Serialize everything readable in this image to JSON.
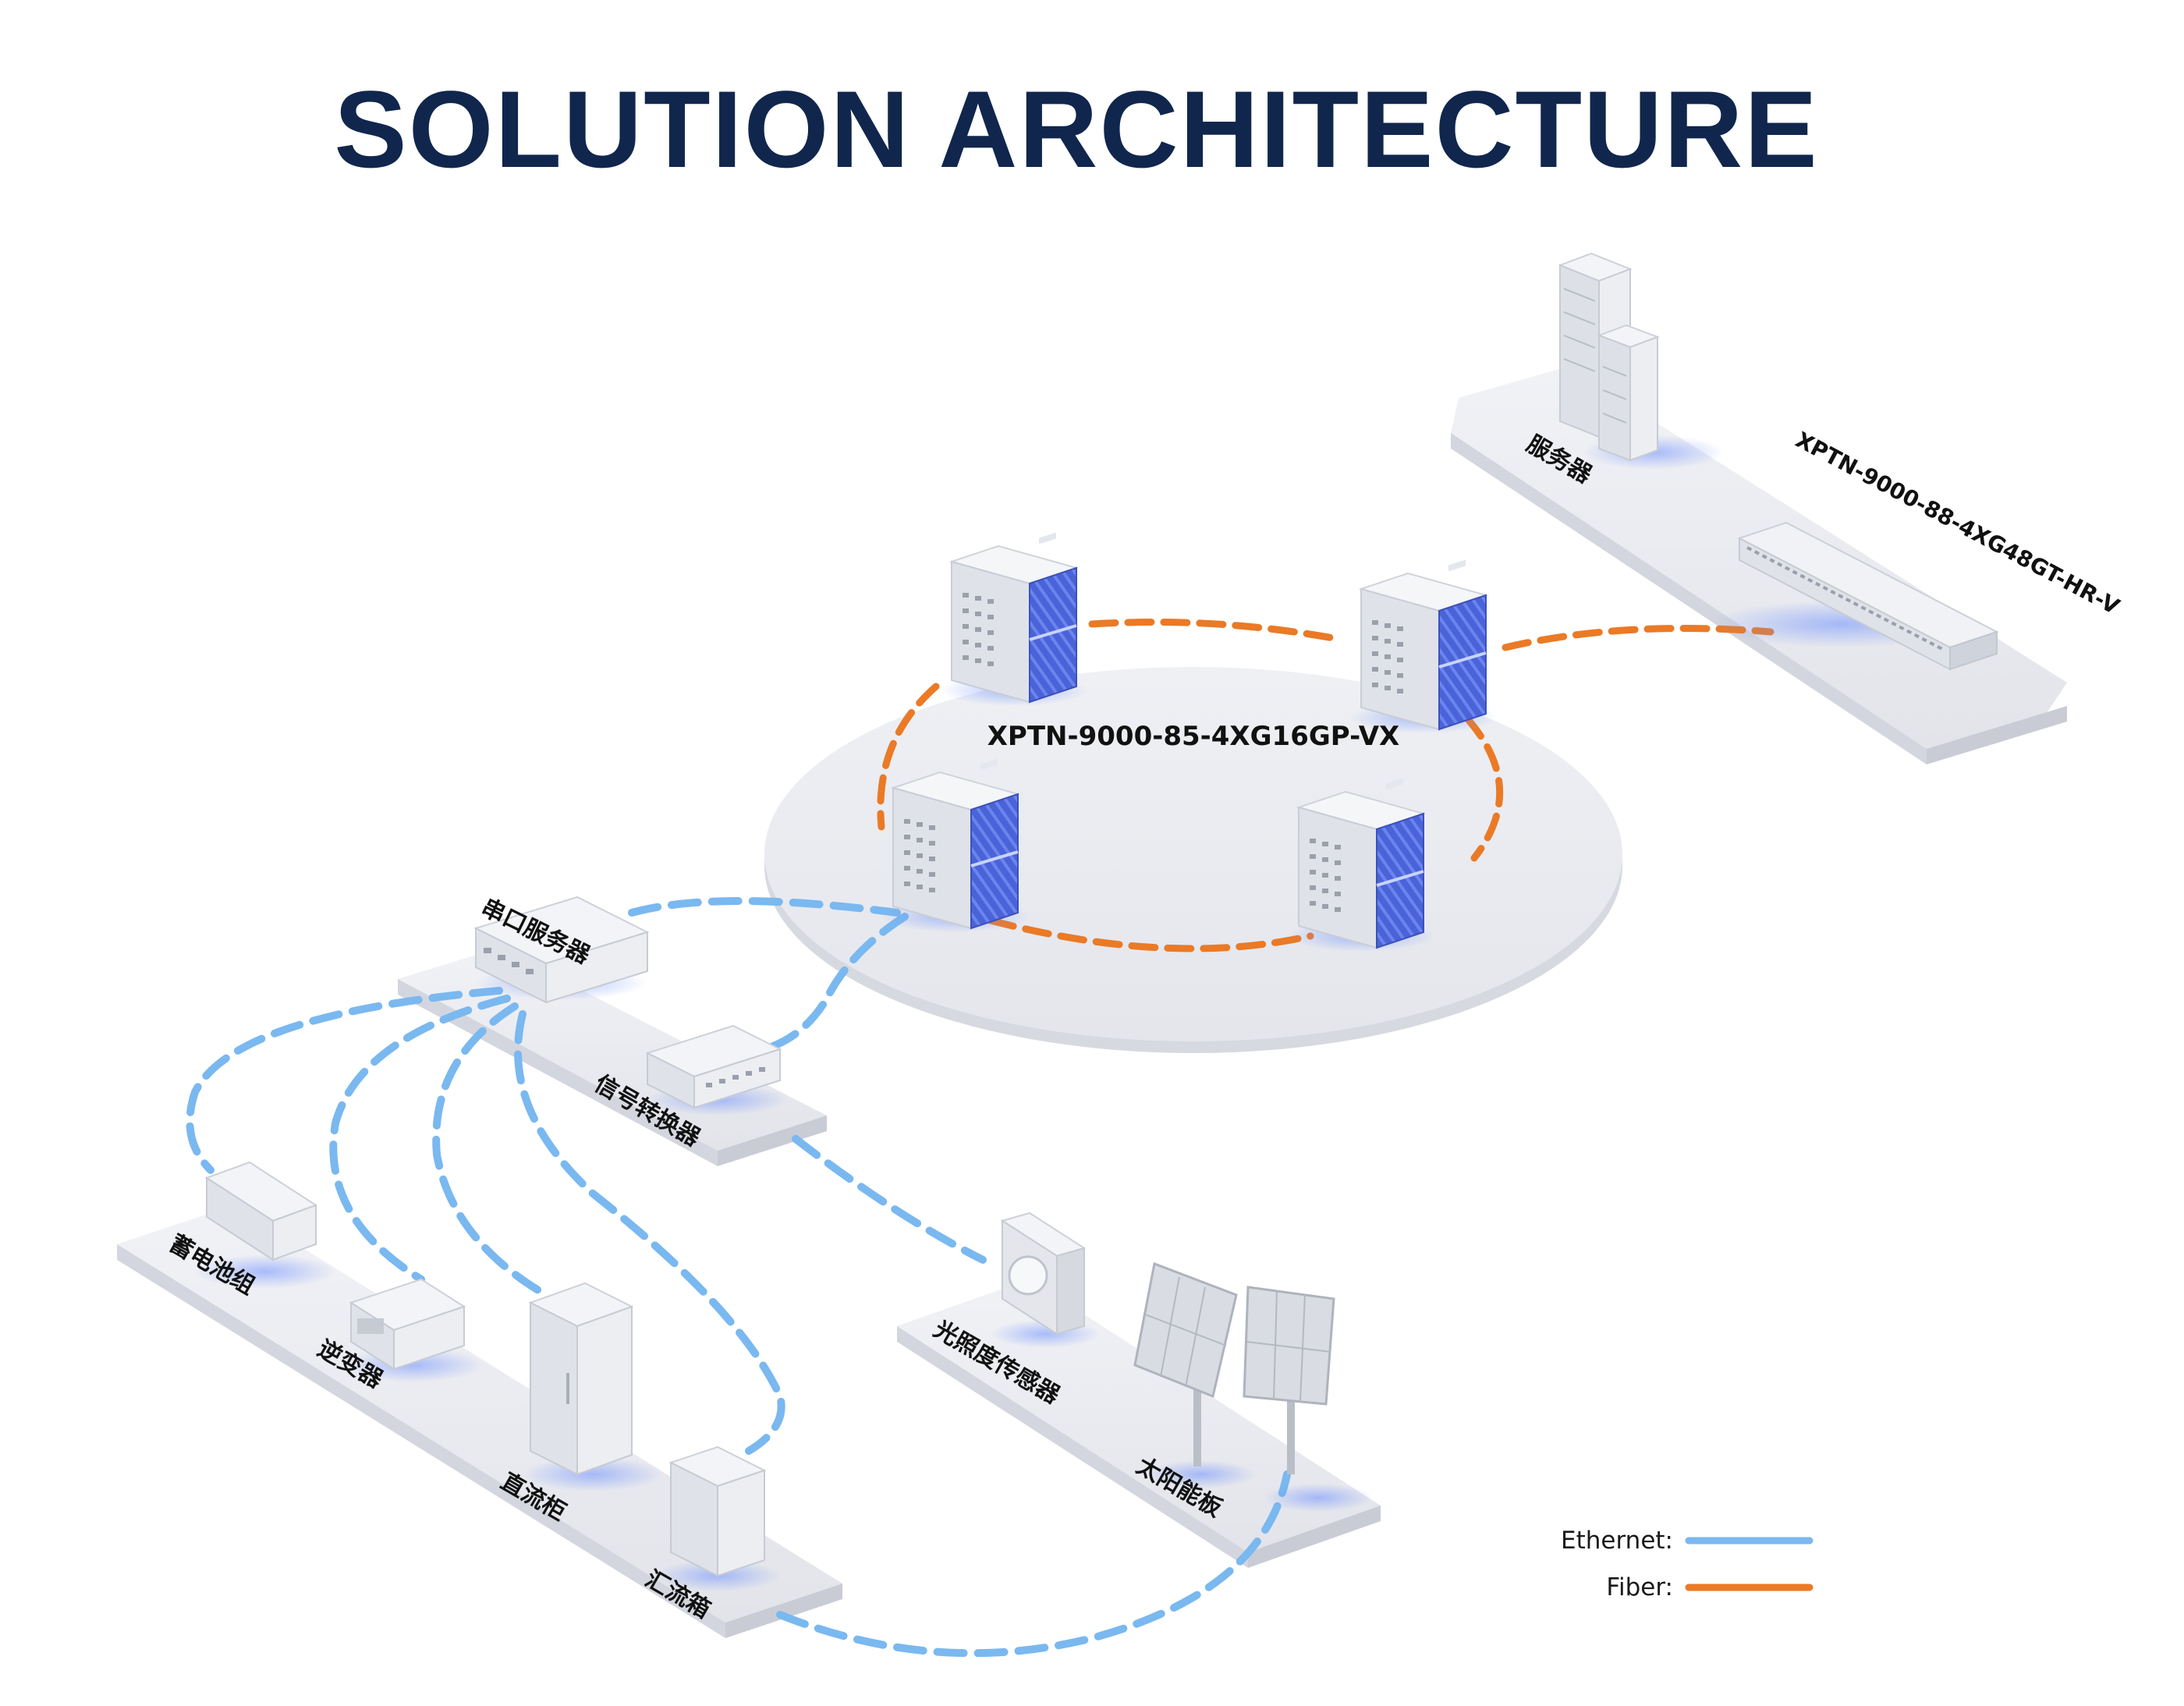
{
  "title": "SOLUTION ARCHITECTURE",
  "ring_switch": {
    "label": "XPTN-9000-85-4XG16GP-VX"
  },
  "core": {
    "switch_label": "XPTN-9000-88-4XG48GT-HR-V",
    "server_label": "服务器"
  },
  "access": {
    "serial_server_label": "串口服务器",
    "signal_converter_label": "信号转换器"
  },
  "field_devices": {
    "battery_label": "蓄电池组",
    "inverter_label": "逆变器",
    "dc_cabinet_label": "直流柜",
    "combiner_box_label": "汇流箱"
  },
  "solar_site": {
    "light_sensor_label": "光照度传感器",
    "solar_panel_label": "太阳能板"
  },
  "legend": {
    "ethernet_label": "Ethernet:",
    "fiber_label": "Fiber:"
  },
  "colors": {
    "ethernet": "#7ab8f0",
    "fiber": "#ea7a26",
    "title": "#10264d",
    "platform": "#e9ebf0",
    "device_accent": "#4a63d8"
  }
}
